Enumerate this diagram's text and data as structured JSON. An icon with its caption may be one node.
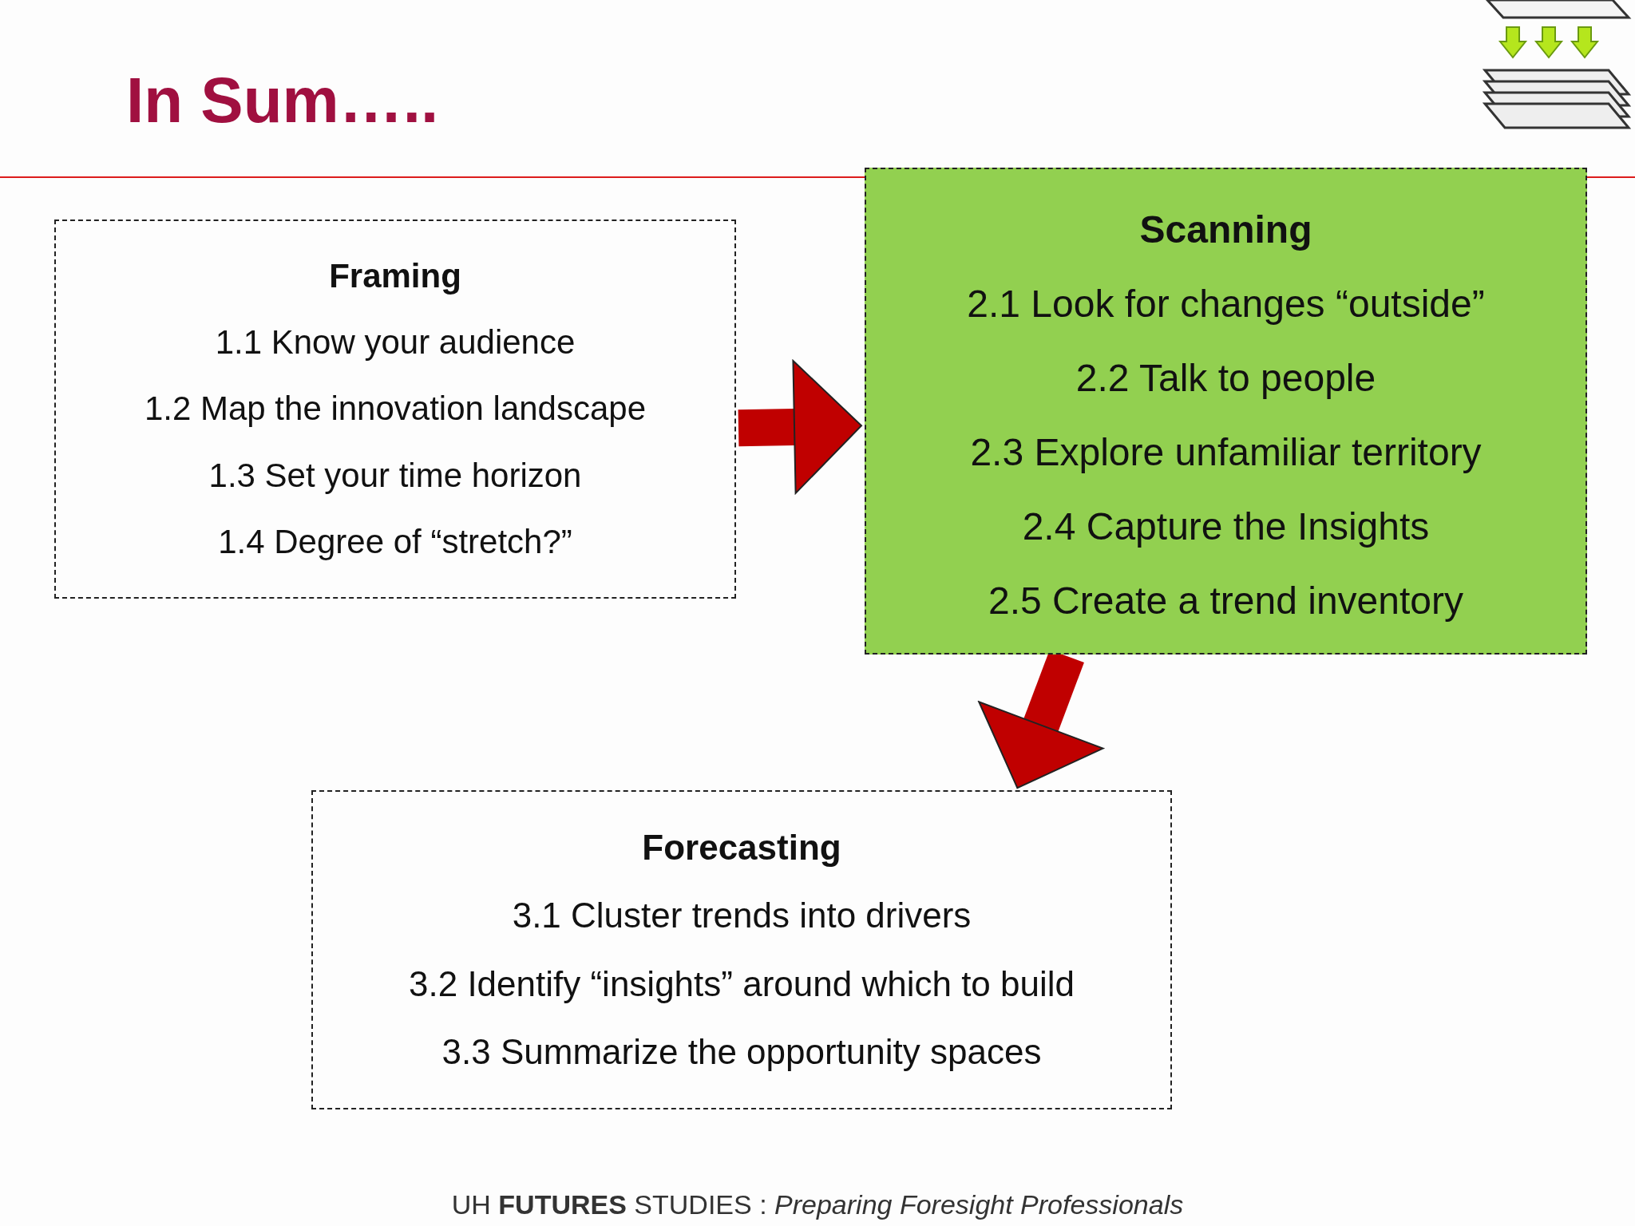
{
  "diagram": {
    "title": "In Sum…..",
    "nodes": [
      {
        "text": [
          "Framing",
          "1.1 Know your audience",
          "1.2 Map the innovation landscape",
          "1.3 Set  your time horizon",
          "1.4 Degree of “stretch?”"
        ]
      },
      {
        "text": [
          "Scanning",
          "2.1  Look for changes “outside”",
          "2.2 Talk to people",
          "2.3 Explore unfamiliar territory",
          "2.4 Capture the Insights",
          "2.5 Create a trend inventory"
        ]
      },
      {
        "text": [
          "Forecasting",
          "3.1 Cluster trends into drivers",
          "3.2 Identify “insights” around which to build",
          "3.3 Summarize the opportunity spaces"
        ]
      }
    ],
    "edges": [
      {
        "from": 0,
        "to": 1,
        "arrow": "to"
      },
      {
        "from": 1,
        "to": 2,
        "arrow": "to"
      }
    ],
    "labels": [
      "UH **FUTURES** STUDIES : *Preparing Foresight Professionals*"
    ]
  }
}
